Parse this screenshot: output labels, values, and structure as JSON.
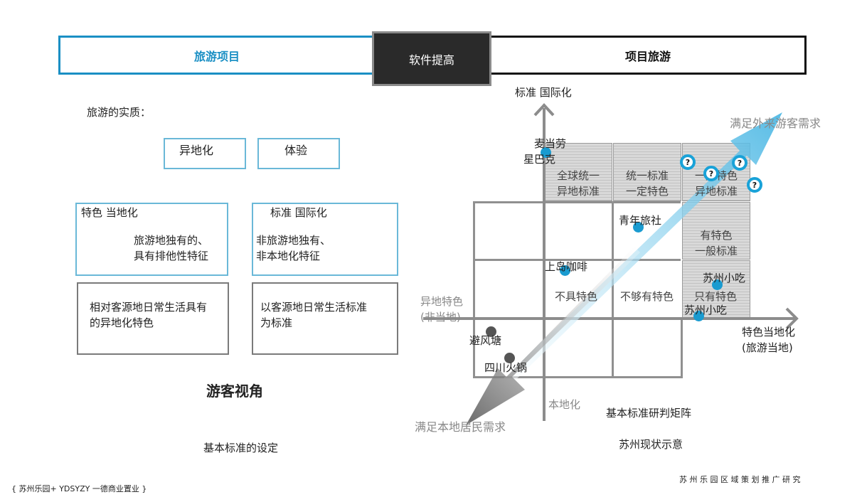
{
  "header": {
    "tab_left": "旅游项目",
    "tab_mid": "软件提高",
    "tab_right": "项目旅游"
  },
  "left": {
    "essence_label": "旅游的实质：",
    "essence_items": [
      "异地化",
      "体验"
    ],
    "local_box": {
      "title": "特色 当地化",
      "line1": "旅游地独有的、",
      "line2": "具有排他性特征"
    },
    "standard_box": {
      "title": "标准 国际化",
      "line1": "非旅游地独有、",
      "line2": "非本地化特征"
    },
    "desc_left": {
      "line1": "相对客源地日常生活具有",
      "line2": "的异地化特色"
    },
    "desc_right": {
      "line1": "以客源地日常生活标准",
      "line2": "为标准"
    },
    "perspective": "游客视角",
    "subtitle": "基本标准的设定"
  },
  "matrix": {
    "y_axis_top": "标准 国际化",
    "y_axis_bottom": "本地化",
    "x_axis_left_line1": "异地特色",
    "x_axis_left_line2": "(非当地)",
    "x_axis_right_line1": "特色当地化",
    "x_axis_right_line2": "(旅游当地)",
    "arrow_up_label": "满足外来游客需求",
    "arrow_down_label": "满足本地居民需求",
    "cells": {
      "c1": {
        "line1": "全球统一",
        "line2": "异地标准"
      },
      "c2": {
        "line1": "统一标准",
        "line2": "一定特色"
      },
      "c3": {
        "line1": "一定特色",
        "line2": "异地标准"
      },
      "c4": {
        "line1": "有特色",
        "line2": "一般标准"
      },
      "c5": "不具特色",
      "c6": "不够有特色",
      "c7": "只有特色"
    },
    "points": {
      "mcd": "麦当劳",
      "starbucks": "星巴克",
      "hostel": "青年旅社",
      "cafe": "上岛咖啡",
      "snack1": "苏州小吃",
      "snack2": "苏州小吃",
      "bifengtang": "避风塘",
      "hotpot": "四川火锅"
    },
    "question_mark": "?",
    "title": "基本标准研判矩阵",
    "subtitle": "苏州现状示意"
  },
  "footer": {
    "left": "{   苏州乐园+ YDSYZY 一德商业置业   }",
    "right": "苏 州 乐 园 区 域 策 划 推 广 研 究"
  },
  "colors": {
    "accent_blue": "#1a8fc4",
    "light_blue": "#6ab8d8",
    "dot_blue": "#1a9bd0",
    "dark": "#2a2a2a"
  }
}
